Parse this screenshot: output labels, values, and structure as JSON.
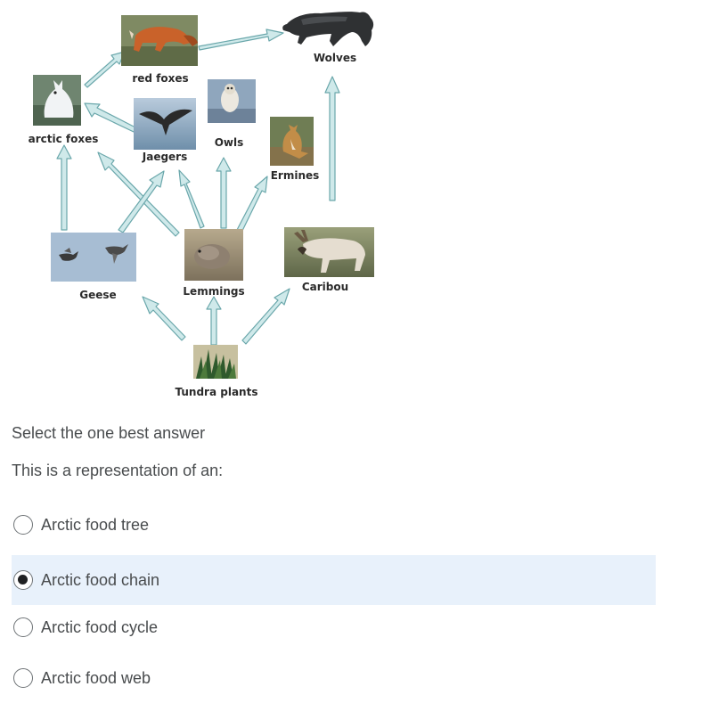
{
  "diagram": {
    "organisms": {
      "wolves": "Wolves",
      "red_foxes": "red foxes",
      "arctic_foxes": "arctic foxes",
      "owls": "Owls",
      "jaegers": "Jaegers",
      "ermines": "Ermines",
      "geese": "Geese",
      "lemmings": "Lemmings",
      "caribou": "Caribou",
      "tundra_plants": "Tundra plants"
    }
  },
  "question": {
    "instruction": "Select the one best answer",
    "prompt": "This is a representation of an:",
    "options": [
      {
        "label": "Arctic food tree",
        "selected": false
      },
      {
        "label": "Arctic food chain",
        "selected": true
      },
      {
        "label": "Arctic food cycle",
        "selected": false
      },
      {
        "label": "Arctic food web",
        "selected": false
      }
    ]
  }
}
